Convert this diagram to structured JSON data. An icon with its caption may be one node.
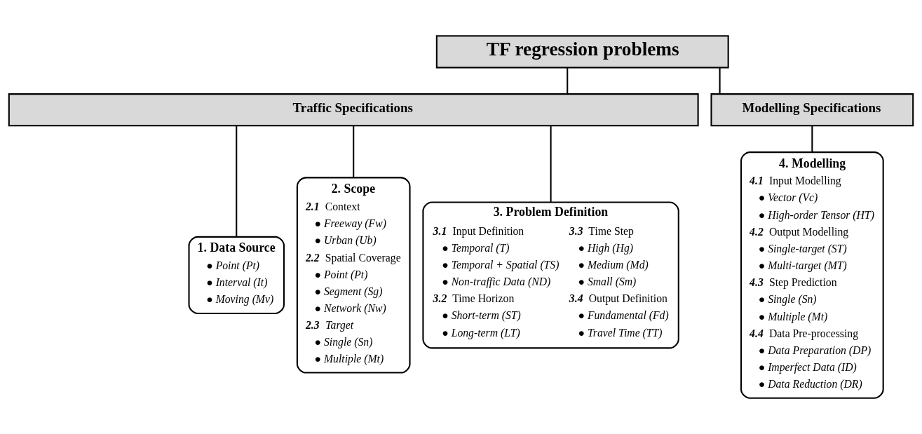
{
  "diagram": {
    "nodes": [
      {
        "text": [
          "TF regression problems"
        ]
      },
      {
        "text": [
          "Traffic Specifications"
        ]
      },
      {
        "text": [
          "Modelling Specifications"
        ]
      },
      {
        "text": [
          "1. Data Source",
          "● Point (Pt)",
          "● Interval (It)",
          "● Moving (Mv)"
        ]
      },
      {
        "text": [
          "2. Scope",
          "2.1 Context",
          "● Freeway (Fw)",
          "● Urban (Ub)",
          "2.2 Spatial Coverage",
          "● Point (Pt)",
          "● Segment (Sg)",
          "● Network (Nw)",
          "2.3 Target",
          "● Single (Sn)",
          "● Multiple (Mt)"
        ]
      },
      {
        "text": [
          "3. Problem Definition",
          "3.1 Input Definition",
          "● Temporal (T)",
          "● Temporal + Spatial (TS)",
          "● Non-traffic Data (ND)",
          "3.2 Time Horizon",
          "● Short-term (ST)",
          "● Long-term (LT)",
          "3.3 Time Step",
          "● High (Hg)",
          "● Medium (Md)",
          "● Small (Sm)",
          "3.4 Output Definition",
          "● Fundamental (Fd)",
          "● Travel Time (TT)"
        ]
      },
      {
        "text": [
          "4. Modelling",
          "4.1 Input Modelling",
          "● Vector (Vc)",
          "● High-order Tensor (HT)",
          "4.2 Output Modelling",
          "● Single-target (ST)",
          "● Multi-target (MT)",
          "4.3 Step Prediction",
          "● Single (Sn)",
          "● Multiple (Mt)",
          "4.4 Data Pre-processing",
          "● Data Preparation (DP)",
          "● Imperfect Data (ID)",
          "● Data Reduction (DR)"
        ]
      }
    ],
    "edges": [
      {
        "from": 0,
        "to": 1,
        "arrow": "none"
      },
      {
        "from": 0,
        "to": 2,
        "arrow": "none"
      },
      {
        "from": 1,
        "to": 3,
        "arrow": "none"
      },
      {
        "from": 1,
        "to": 4,
        "arrow": "none"
      },
      {
        "from": 1,
        "to": 5,
        "arrow": "none"
      },
      {
        "from": 2,
        "to": 6,
        "arrow": "none"
      }
    ]
  }
}
